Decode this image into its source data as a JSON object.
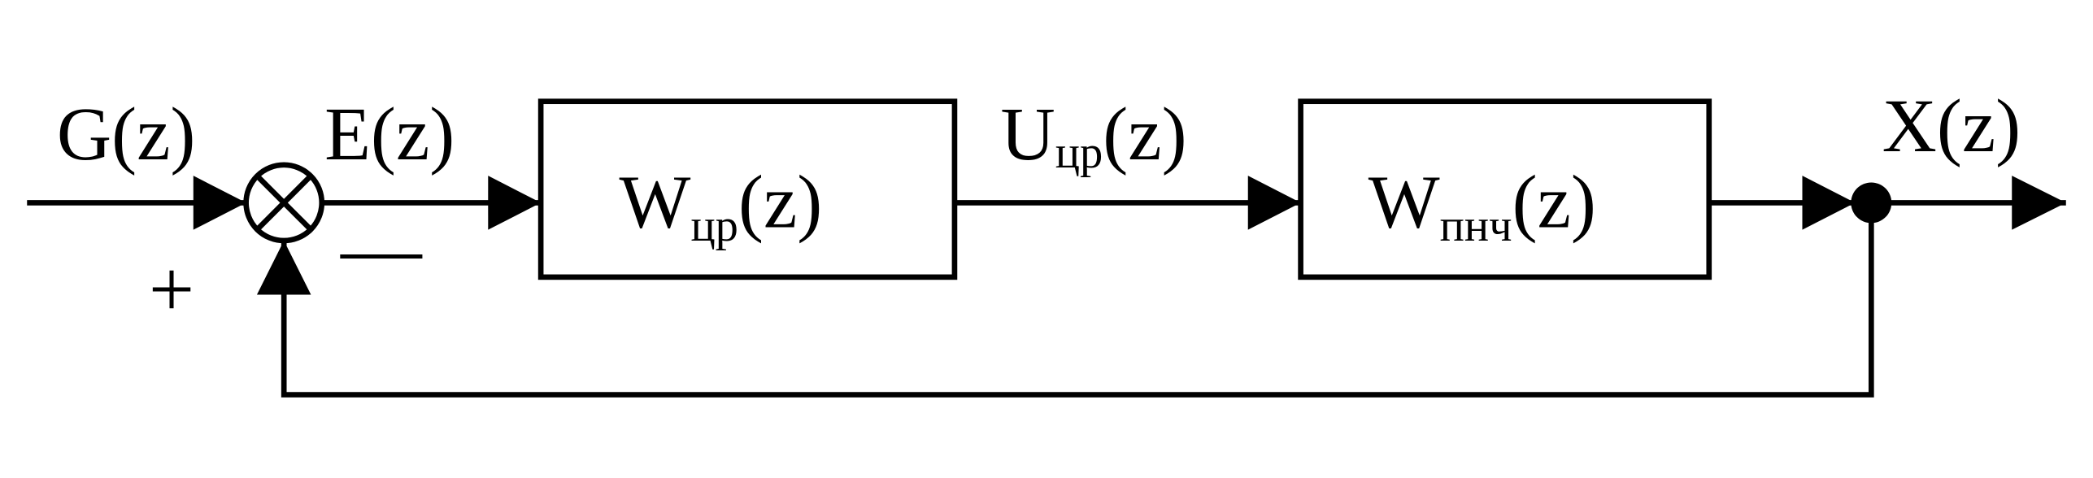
{
  "signals": {
    "g_z": "G(z)",
    "e_z": "E(z)",
    "x_z": "X(z)",
    "u": {
      "base": "U",
      "sub": "цр",
      "arg": "(z)"
    }
  },
  "blocks": {
    "w_cr": {
      "base": "W",
      "sub": "цр",
      "arg": "(z)"
    },
    "w_pnch": {
      "base": "W",
      "sub": "пнч",
      "arg": "(z)"
    }
  },
  "summing_junction": {
    "plus_sign": "+",
    "minus_sign": "—"
  },
  "colors": {
    "line": "#000000",
    "background": "#ffffff"
  }
}
